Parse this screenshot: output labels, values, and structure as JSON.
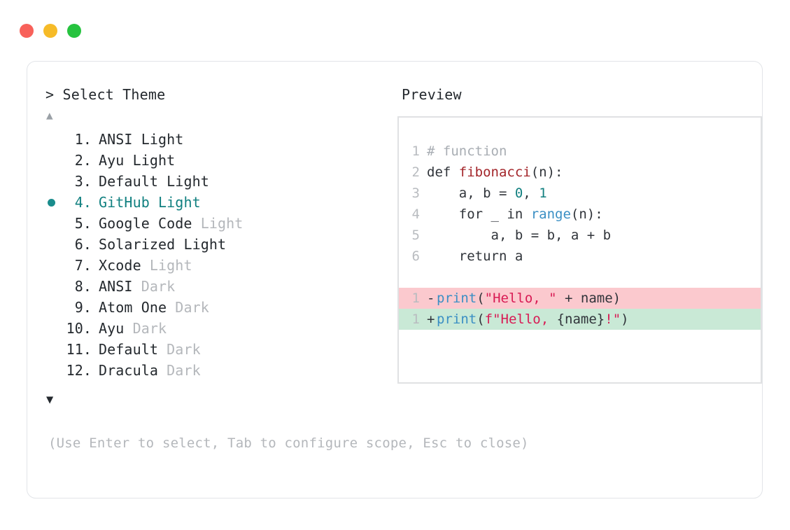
{
  "window": {
    "traffic_lights": [
      {
        "name": "close",
        "color": "#f8615a"
      },
      {
        "name": "minimize",
        "color": "#f6bb28"
      },
      {
        "name": "maximize",
        "color": "#26c33f"
      }
    ]
  },
  "selector": {
    "prompt_caret": ">",
    "prompt_title": "Select Theme",
    "scroll_up_glyph": "▲",
    "scroll_down_glyph": "▼",
    "selected_index": 4,
    "bullet_glyph": "●",
    "accent_color": "#118080",
    "items": [
      {
        "index": "1.",
        "name": "ANSI",
        "variant": "Light",
        "variant_muted": false
      },
      {
        "index": "2.",
        "name": "Ayu",
        "variant": "Light",
        "variant_muted": false
      },
      {
        "index": "3.",
        "name": "Default",
        "variant": "Light",
        "variant_muted": false
      },
      {
        "index": "4.",
        "name": "GitHub",
        "variant": "Light",
        "variant_muted": false
      },
      {
        "index": "5.",
        "name": "Google Code",
        "variant": "Light",
        "variant_muted": true
      },
      {
        "index": "6.",
        "name": "Solarized",
        "variant": "Light",
        "variant_muted": false
      },
      {
        "index": "7.",
        "name": "Xcode",
        "variant": "Light",
        "variant_muted": true
      },
      {
        "index": "8.",
        "name": "ANSI",
        "variant": "Dark",
        "variant_muted": true
      },
      {
        "index": "9.",
        "name": "Atom One",
        "variant": "Dark",
        "variant_muted": true
      },
      {
        "index": "10.",
        "name": "Ayu",
        "variant": "Dark",
        "variant_muted": true
      },
      {
        "index": "11.",
        "name": "Default",
        "variant": "Dark",
        "variant_muted": true
      },
      {
        "index": "12.",
        "name": "Dracula",
        "variant": "Dark",
        "variant_muted": true
      }
    ]
  },
  "preview": {
    "label": "Preview",
    "code_lines": [
      {
        "ln": "1",
        "tokens": [
          {
            "t": "# function",
            "c": "tok-comment"
          }
        ]
      },
      {
        "ln": "2",
        "tokens": [
          {
            "t": "def ",
            "c": "tok-kw"
          },
          {
            "t": "fibonacci",
            "c": "tok-fn-def"
          },
          {
            "t": "(n):",
            "c": "tok-punct"
          }
        ]
      },
      {
        "ln": "3",
        "tokens": [
          {
            "t": "    a, b = ",
            "c": "tok-plain"
          },
          {
            "t": "0",
            "c": "tok-num"
          },
          {
            "t": ", ",
            "c": "tok-plain"
          },
          {
            "t": "1",
            "c": "tok-num"
          }
        ]
      },
      {
        "ln": "4",
        "tokens": [
          {
            "t": "    for _ in ",
            "c": "tok-plain"
          },
          {
            "t": "range",
            "c": "tok-builtin"
          },
          {
            "t": "(n):",
            "c": "tok-punct"
          }
        ]
      },
      {
        "ln": "5",
        "tokens": [
          {
            "t": "        a, b = b, a + b",
            "c": "tok-plain"
          }
        ]
      },
      {
        "ln": "6",
        "tokens": [
          {
            "t": "    return a",
            "c": "tok-plain"
          }
        ]
      }
    ],
    "diff_lines": [
      {
        "ln": "1",
        "kind": "del",
        "sign": "-",
        "tokens": [
          {
            "t": "print",
            "c": "tok-builtin"
          },
          {
            "t": "(",
            "c": "tok-punct"
          },
          {
            "t": "\"Hello, \"",
            "c": "tok-str"
          },
          {
            "t": " + name)",
            "c": "tok-plain"
          }
        ]
      },
      {
        "ln": "1",
        "kind": "add",
        "sign": "+",
        "tokens": [
          {
            "t": "print",
            "c": "tok-builtin"
          },
          {
            "t": "(",
            "c": "tok-punct"
          },
          {
            "t": "f\"Hello, ",
            "c": "tok-str"
          },
          {
            "t": "{name}",
            "c": "tok-plain"
          },
          {
            "t": "!\"",
            "c": "tok-str"
          },
          {
            "t": ")",
            "c": "tok-punct"
          }
        ]
      }
    ],
    "diff_del_bg": "#fbc9ce",
    "diff_add_bg": "#c9e9d6"
  },
  "footer": {
    "hint": "(Use Enter to select, Tab to configure scope, Esc to close)"
  }
}
